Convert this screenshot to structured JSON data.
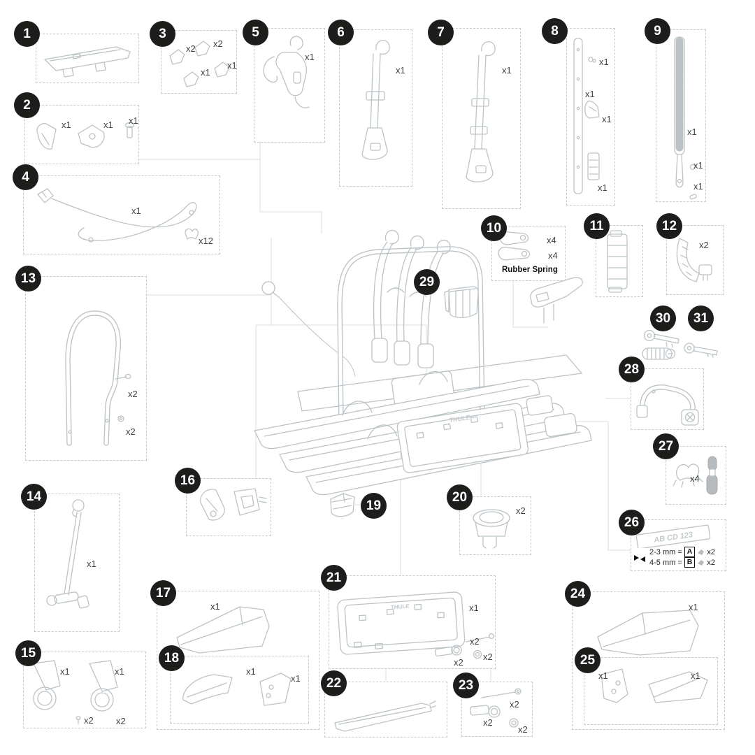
{
  "diagram": {
    "background": "#ffffff",
    "sketch_line_color": "#bcc3c6",
    "dashed_box_color": "#c9c9c9",
    "badge_background": "#1d1d1b",
    "badge_text_color": "#ffffff",
    "quantity_text_color": "#3f4345"
  },
  "assembly": {
    "brand": "THULE"
  },
  "parts": {
    "p1": {
      "number": "1",
      "quantities": []
    },
    "p2": {
      "number": "2",
      "quantities": [
        "x1",
        "x1",
        "x1"
      ]
    },
    "p3": {
      "number": "3",
      "quantities": [
        "x2",
        "x2",
        "x1",
        "x1"
      ]
    },
    "p4": {
      "number": "4",
      "quantities": [
        "x1",
        "x12"
      ]
    },
    "p5": {
      "number": "5",
      "quantities": [
        "x1"
      ]
    },
    "p6": {
      "number": "6",
      "quantities": [
        "x1"
      ]
    },
    "p7": {
      "number": "7",
      "quantities": [
        "x1"
      ]
    },
    "p8": {
      "number": "8",
      "quantities": [
        "x1",
        "x1",
        "x1",
        "x1"
      ]
    },
    "p9": {
      "number": "9",
      "quantities": [
        "x1",
        "x1",
        "x1"
      ]
    },
    "p10": {
      "number": "10",
      "quantities": [
        "x4",
        "x4"
      ],
      "label": "Rubber Spring"
    },
    "p11": {
      "number": "11",
      "quantities": []
    },
    "p12": {
      "number": "12",
      "quantities": [
        "x2"
      ]
    },
    "p13": {
      "number": "13",
      "quantities": [
        "x2",
        "x2"
      ]
    },
    "p14": {
      "number": "14",
      "quantities": [
        "x1"
      ]
    },
    "p15": {
      "number": "15",
      "quantities": [
        "x1",
        "x1",
        "x2",
        "x2"
      ]
    },
    "p16": {
      "number": "16",
      "quantities": []
    },
    "p17": {
      "number": "17",
      "quantities": [
        "x1"
      ]
    },
    "p18": {
      "number": "18",
      "quantities": [
        "x1",
        "x1"
      ]
    },
    "p19": {
      "number": "19",
      "quantities": []
    },
    "p20": {
      "number": "20",
      "quantities": [
        "x2"
      ]
    },
    "p21": {
      "number": "21",
      "brand": "THULE",
      "quantities": [
        "x1",
        "x2",
        "x2",
        "x2"
      ]
    },
    "p22": {
      "number": "22",
      "quantities": []
    },
    "p23": {
      "number": "23",
      "quantities": [
        "x2",
        "x2",
        "x2"
      ]
    },
    "p24": {
      "number": "24",
      "quantities": [
        "x1"
      ]
    },
    "p25": {
      "number": "25",
      "quantities": [
        "x1",
        "x1"
      ]
    },
    "p26": {
      "number": "26",
      "plate_text": "AB CD 123",
      "rows": [
        {
          "range": "2-3 mm =",
          "letter": "A",
          "qty": "x2"
        },
        {
          "range": "4-5 mm =",
          "letter": "B",
          "qty": "x2"
        }
      ]
    },
    "p27": {
      "number": "27",
      "quantities": [
        "x4"
      ]
    },
    "p28": {
      "number": "28",
      "quantities": []
    },
    "p29": {
      "number": "29",
      "quantities": []
    },
    "p30": {
      "number": "30",
      "quantities": []
    },
    "p31": {
      "number": "31",
      "quantities": []
    }
  }
}
